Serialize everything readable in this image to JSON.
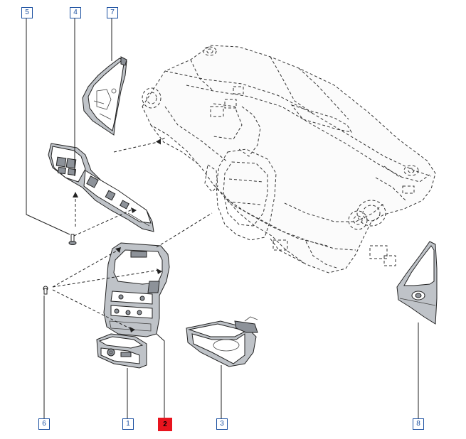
{
  "callouts": [
    {
      "id": "5",
      "selected": false
    },
    {
      "id": "4",
      "selected": false
    },
    {
      "id": "7",
      "selected": false
    },
    {
      "id": "6",
      "selected": false
    },
    {
      "id": "1",
      "selected": false
    },
    {
      "id": "2",
      "selected": true
    },
    {
      "id": "3",
      "selected": false
    },
    {
      "id": "8",
      "selected": false
    }
  ],
  "colors": {
    "callout_border": "#1a4fa0",
    "callout_text": "#1a4fa0",
    "selected": "#e8141e",
    "line": "#222222",
    "part_fill": "#bfc3c8"
  }
}
